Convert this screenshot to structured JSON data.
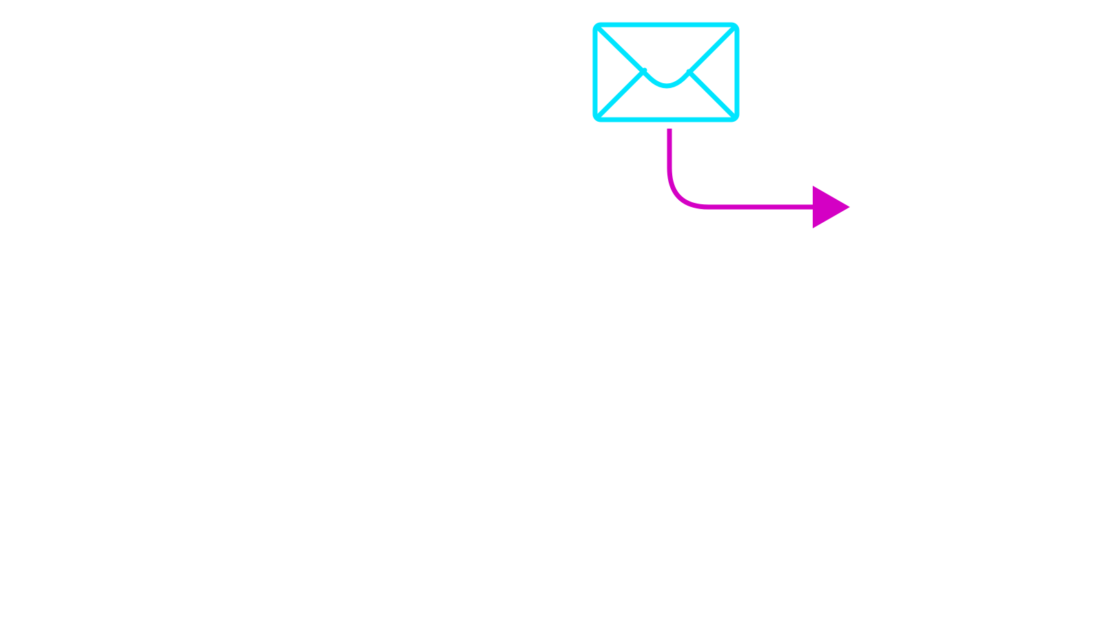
{
  "diagram": {
    "background_color": "#ffffff",
    "nodes": [
      {
        "id": "envelope",
        "icon": "envelope-icon",
        "color": "#00e5ff"
      }
    ],
    "connectors": [
      {
        "id": "flow-arrow",
        "from": "envelope",
        "direction": "down-then-right",
        "color": "#d400c4",
        "head": "filled-triangle"
      }
    ]
  }
}
